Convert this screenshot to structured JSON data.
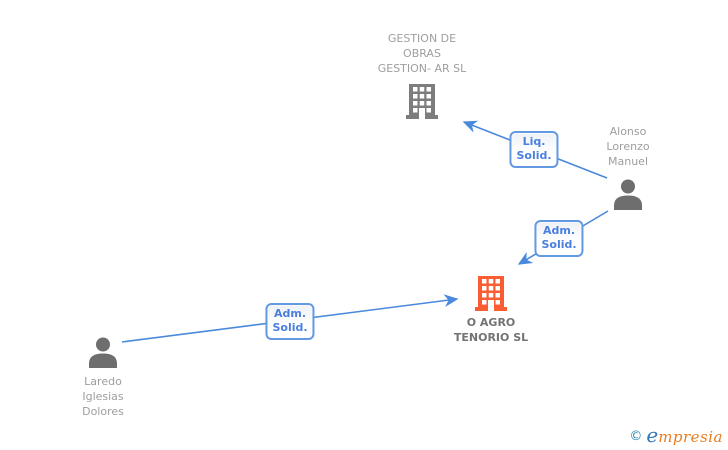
{
  "diagram": {
    "nodes": {
      "gestion_de_obras": {
        "type": "company",
        "lines": [
          "GESTION DE",
          "OBRAS",
          "GESTION- AR SL"
        ]
      },
      "alonso": {
        "type": "person",
        "lines": [
          "Alonso",
          "Lorenzo",
          "Manuel"
        ]
      },
      "o_agro": {
        "type": "company",
        "highlighted": true,
        "lines": [
          "O AGRO",
          "TENORIO SL"
        ]
      },
      "laredo": {
        "type": "person",
        "lines": [
          "Laredo",
          "Iglesias",
          "Dolores"
        ]
      }
    },
    "edges": [
      {
        "from": "alonso",
        "to": "gestion_de_obras",
        "label_lines": [
          "Liq.",
          "Solid."
        ]
      },
      {
        "from": "alonso",
        "to": "o_agro",
        "label_lines": [
          "Adm.",
          "Solid."
        ]
      },
      {
        "from": "laredo",
        "to": "o_agro",
        "label_lines": [
          "Adm.",
          "Solid."
        ]
      }
    ]
  },
  "colors": {
    "edge_blue": "#4a89dc",
    "label_text_blue": "#4a7fe0",
    "label_border_blue": "#6398e3",
    "company_gray": "#7d7d7d",
    "company_orange": "#fa5c33",
    "person_gray": "#6e6e6e",
    "name_gray": "#9e9e9e",
    "name_dark_gray": "#737373",
    "brand_blue": "#3377bb",
    "brand_orange": "#e87c1f"
  },
  "footer": {
    "copyright_symbol": "©",
    "brand_first_letter": "e",
    "brand_rest": "mpresia"
  }
}
